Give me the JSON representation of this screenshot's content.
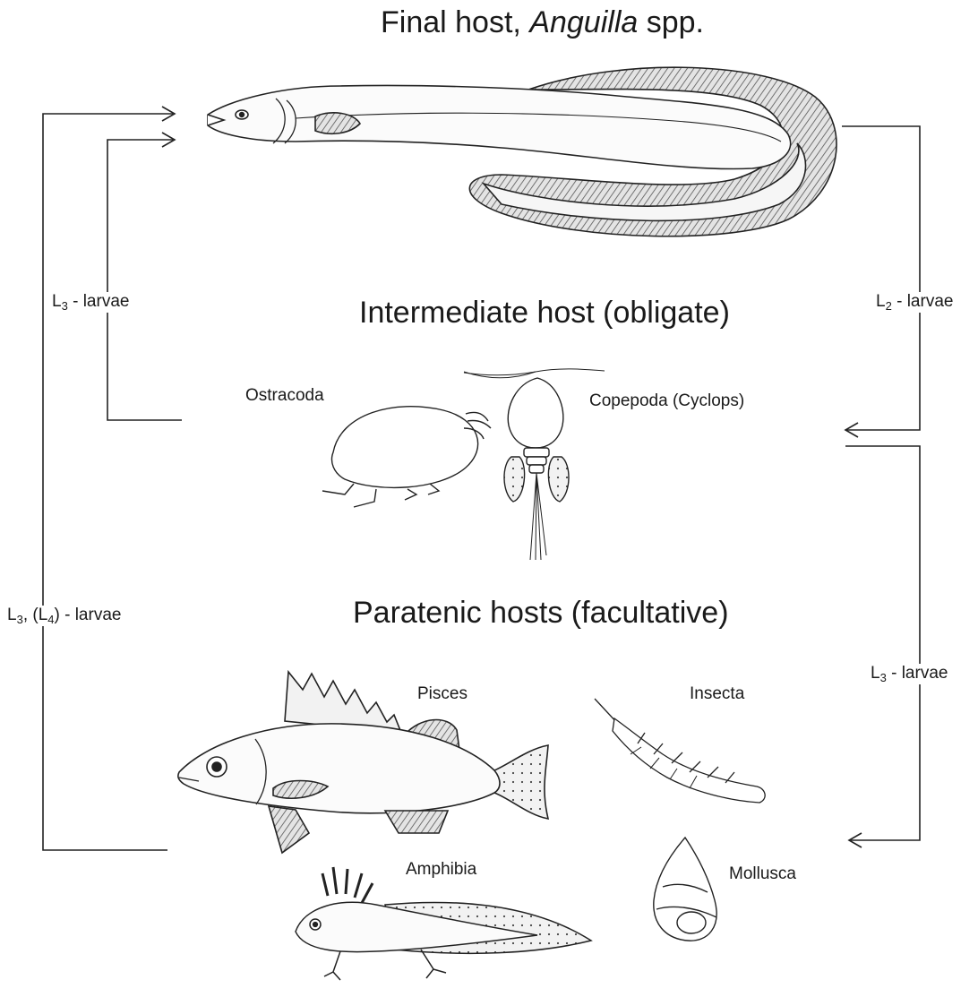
{
  "headings": {
    "final_host_prefix": "Final host, ",
    "final_host_genus": "Anguilla",
    "final_host_suffix": " spp.",
    "intermediate_host": "Intermediate host (obligate)",
    "paratenic_hosts": "Paratenic hosts (facultative)"
  },
  "organisms": {
    "ostracoda": "Ostracoda",
    "copepoda": "Copepoda (Cyclops)",
    "pisces": "Pisces",
    "insecta": "Insecta",
    "amphibia": "Amphibia",
    "mollusca": "Mollusca"
  },
  "arrow_labels": {
    "left_inner": {
      "stage": "L",
      "sub": "3",
      "tail": " - larvae"
    },
    "left_outer": {
      "stage": "L",
      "sub": "3",
      "mid": ", (L",
      "sub2": "4",
      "tail": ") - larvae"
    },
    "right_upper": {
      "stage": "L",
      "sub": "2",
      "tail": " - larvae"
    },
    "right_lower": {
      "stage": "L",
      "sub": "3",
      "tail": " - larvae"
    }
  }
}
